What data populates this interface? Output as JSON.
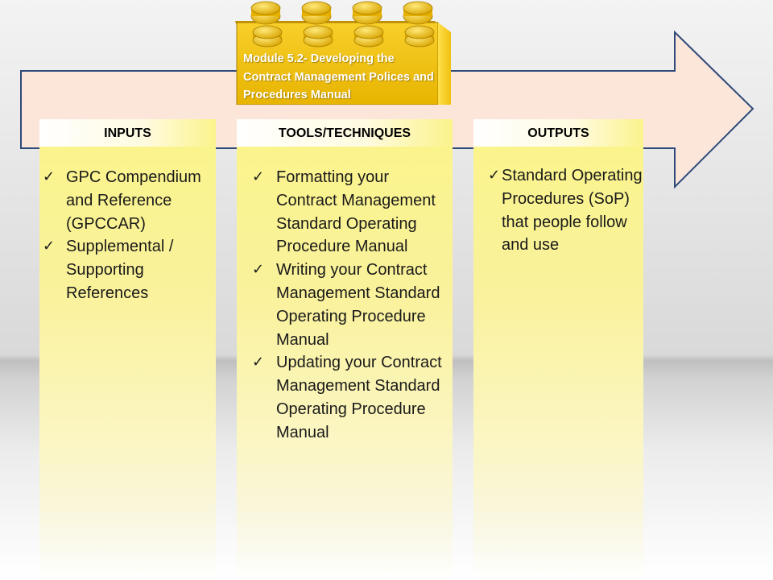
{
  "module_brick": {
    "title": "Module 5.2- Developing the Contract Management Polices and Procedures Manual",
    "icon": "lego-brick-icon",
    "color": "#f5c518"
  },
  "arrow": {
    "fill": "#fbe6d9",
    "stroke": "#2f4a7a"
  },
  "columns": [
    {
      "heading": "INPUTS",
      "items": [
        "GPC Compendium and Reference (GPCCAR)",
        "Supplemental / Supporting References"
      ]
    },
    {
      "heading": "TOOLS/TECHNIQUES",
      "items": [
        "Formatting your Contract Management Standard Operating Procedure Manual",
        "Writing your Contract Management Standard Operating Procedure Manual",
        "Updating your Contract Management Standard Operating Procedure Manual"
      ]
    },
    {
      "heading": "OUTPUTS",
      "items": [
        "Standard Operating Procedures (SoP) that people follow and use"
      ]
    }
  ],
  "check_glyph": "✓"
}
